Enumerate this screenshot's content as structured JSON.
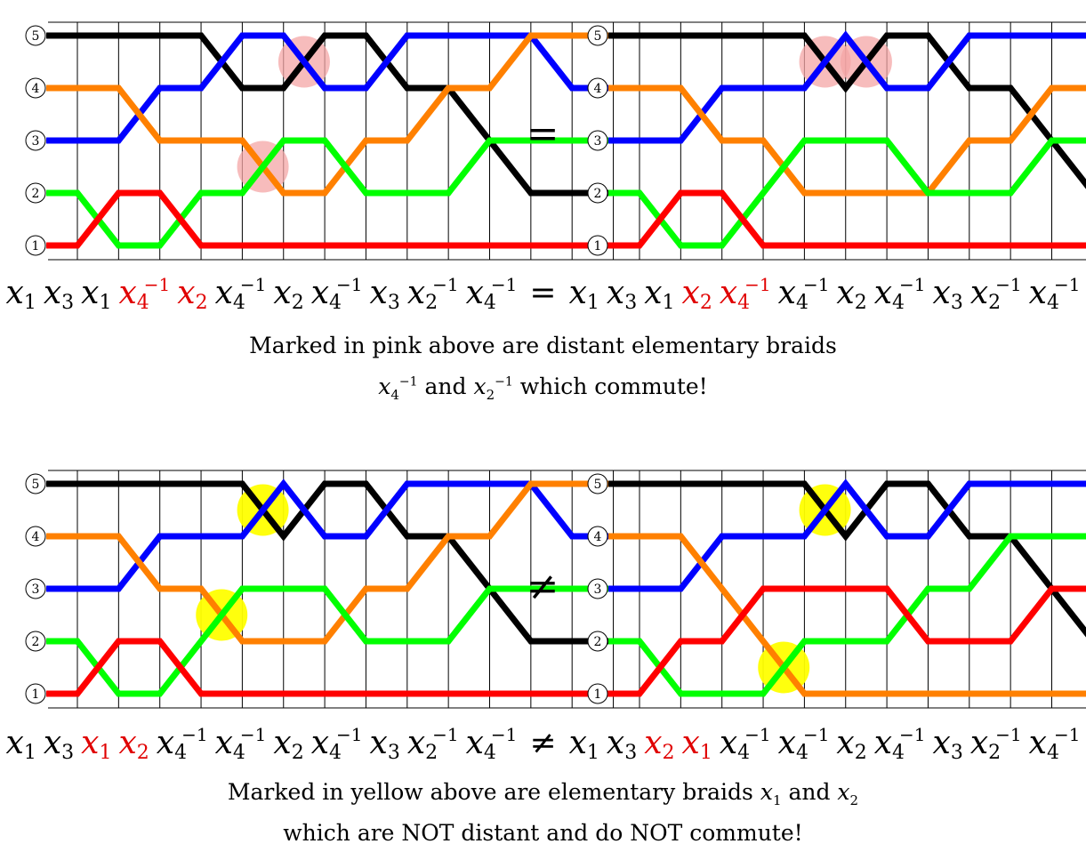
{
  "colors": {
    "black": "#000000",
    "blue": "#0000ff",
    "orange": "#ff8000",
    "green": "#00ff00",
    "red": "#ff0000",
    "pink": "#f4a6a6",
    "yellow": "#ffff00",
    "math_red": "#e00000"
  },
  "strand_labels": [
    "1",
    "2",
    "3",
    "4",
    "5"
  ],
  "panels": [
    {
      "id": "top-left",
      "mark_color": "pink",
      "marks": [
        4,
        5
      ],
      "strands": [
        [
          "black",
          5,
          5,
          5,
          5,
          4,
          4,
          5,
          5,
          4,
          4,
          3,
          2,
          2,
          2
        ],
        [
          "blue",
          3,
          3,
          4,
          4,
          5,
          5,
          4,
          4,
          5,
          5,
          5,
          5,
          4,
          4
        ],
        [
          "orange",
          4,
          4,
          3,
          3,
          3,
          2,
          2,
          3,
          3,
          4,
          4,
          5,
          5,
          5
        ],
        [
          "green",
          2,
          1,
          1,
          2,
          2,
          3,
          3,
          2,
          2,
          2,
          3,
          3,
          3,
          3
        ],
        [
          "red",
          1,
          2,
          2,
          1,
          1,
          1,
          1,
          1,
          1,
          1,
          1,
          1,
          1,
          1
        ]
      ]
    },
    {
      "id": "top-right",
      "mark_color": "pink",
      "marks": [
        4,
        5
      ],
      "strands": [
        [
          "black",
          5,
          5,
          5,
          5,
          5,
          4,
          5,
          5,
          4,
          4,
          3,
          2,
          2,
          2
        ],
        [
          "blue",
          3,
          3,
          4,
          4,
          4,
          5,
          4,
          4,
          5,
          5,
          5,
          5,
          4,
          4
        ],
        [
          "orange",
          4,
          4,
          3,
          3,
          2,
          2,
          2,
          2,
          3,
          3,
          4,
          4,
          5,
          5
        ],
        [
          "green",
          2,
          1,
          1,
          2,
          3,
          3,
          3,
          2,
          2,
          2,
          3,
          3,
          3,
          3
        ],
        [
          "red",
          1,
          2,
          2,
          1,
          1,
          1,
          1,
          1,
          1,
          1,
          1,
          1,
          1,
          1
        ]
      ]
    },
    {
      "id": "bottom-left",
      "mark_color": "yellow",
      "marks": [
        3,
        4
      ],
      "strands": [
        [
          "black",
          5,
          5,
          5,
          5,
          5,
          4,
          5,
          5,
          4,
          4,
          3,
          2,
          2,
          2
        ],
        [
          "blue",
          3,
          3,
          4,
          4,
          4,
          5,
          4,
          4,
          5,
          5,
          5,
          5,
          4,
          4
        ],
        [
          "orange",
          4,
          4,
          3,
          3,
          2,
          2,
          2,
          3,
          3,
          4,
          4,
          5,
          5,
          5
        ],
        [
          "green",
          2,
          1,
          1,
          2,
          3,
          3,
          3,
          2,
          2,
          2,
          3,
          3,
          3,
          3
        ],
        [
          "red",
          1,
          2,
          2,
          1,
          1,
          1,
          1,
          1,
          1,
          1,
          1,
          1,
          1,
          1
        ]
      ]
    },
    {
      "id": "bottom-right",
      "mark_color": "yellow",
      "marks": [
        3,
        4
      ],
      "strands": [
        [
          "black",
          5,
          5,
          5,
          5,
          5,
          4,
          5,
          5,
          4,
          4,
          3,
          2,
          2,
          2
        ],
        [
          "blue",
          3,
          3,
          4,
          4,
          4,
          5,
          4,
          4,
          5,
          5,
          5,
          5,
          4,
          4
        ],
        [
          "orange",
          4,
          4,
          3,
          2,
          1,
          1,
          1,
          1,
          1,
          1,
          1,
          1,
          1,
          1
        ],
        [
          "green",
          2,
          1,
          1,
          1,
          2,
          2,
          2,
          3,
          3,
          4,
          4,
          4,
          5,
          5
        ],
        [
          "red",
          1,
          2,
          2,
          3,
          3,
          3,
          3,
          2,
          2,
          2,
          3,
          3,
          3,
          3
        ]
      ]
    }
  ],
  "top": {
    "relation": "=",
    "equation": {
      "left": [
        {
          "s": "1"
        },
        {
          "s": "3"
        },
        {
          "s": "1"
        },
        {
          "s": "4",
          "e": "−1",
          "red": true
        },
        {
          "s": "2",
          "red": true
        },
        {
          "s": "4",
          "e": "−1"
        },
        {
          "s": "2"
        },
        {
          "s": "4",
          "e": "−1"
        },
        {
          "s": "3"
        },
        {
          "s": "2",
          "e": "−1"
        },
        {
          "s": "4",
          "e": "−1"
        }
      ],
      "right": [
        {
          "s": "1"
        },
        {
          "s": "3"
        },
        {
          "s": "1"
        },
        {
          "s": "2",
          "red": true
        },
        {
          "s": "4",
          "e": "−1",
          "red": true
        },
        {
          "s": "4",
          "e": "−1"
        },
        {
          "s": "2"
        },
        {
          "s": "4",
          "e": "−1"
        },
        {
          "s": "3"
        },
        {
          "s": "2",
          "e": "−1"
        },
        {
          "s": "4",
          "e": "−1"
        }
      ]
    },
    "caption_line1": "Marked in pink above are distant elementary braids",
    "caption_line2": {
      "m1": "4",
      "and": "and",
      "m2": "2",
      "tail": "which commute!"
    }
  },
  "bottom": {
    "relation": "≠",
    "equation": {
      "left": [
        {
          "s": "1"
        },
        {
          "s": "3"
        },
        {
          "s": "1",
          "red": true
        },
        {
          "s": "2",
          "red": true
        },
        {
          "s": "4",
          "e": "−1"
        },
        {
          "s": "4",
          "e": "−1"
        },
        {
          "s": "2"
        },
        {
          "s": "4",
          "e": "−1"
        },
        {
          "s": "3"
        },
        {
          "s": "2",
          "e": "−1"
        },
        {
          "s": "4",
          "e": "−1"
        }
      ],
      "right": [
        {
          "s": "1"
        },
        {
          "s": "3"
        },
        {
          "s": "2",
          "red": true
        },
        {
          "s": "1",
          "red": true
        },
        {
          "s": "4",
          "e": "−1"
        },
        {
          "s": "4",
          "e": "−1"
        },
        {
          "s": "2"
        },
        {
          "s": "4",
          "e": "−1"
        },
        {
          "s": "3"
        },
        {
          "s": "2",
          "e": "−1"
        },
        {
          "s": "4",
          "e": "−1"
        }
      ]
    },
    "caption_line1": {
      "head": "Marked in yellow above are elementary braids",
      "m1": "1",
      "and": "and",
      "m2": "2"
    },
    "caption_line2": "which are NOT distant and do NOT commute!"
  }
}
